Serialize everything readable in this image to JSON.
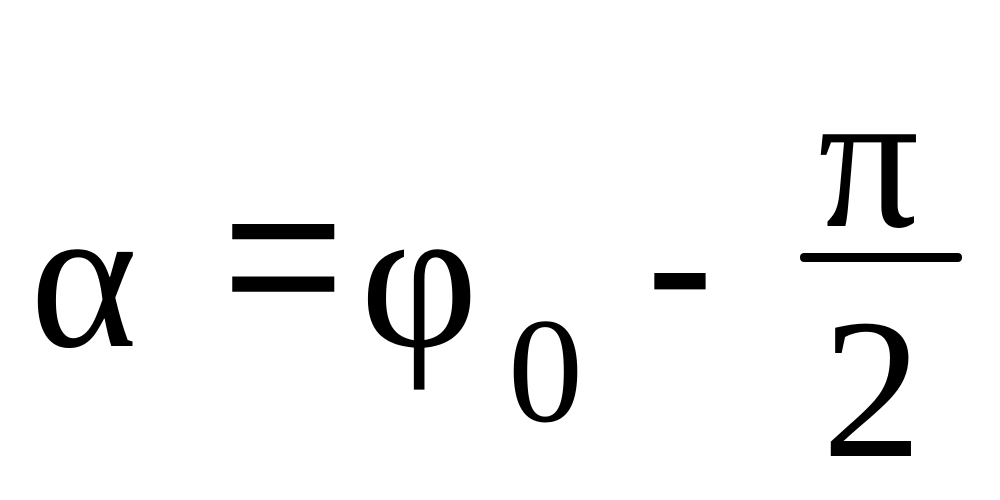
{
  "formula": {
    "lhs": "α",
    "equals": "=",
    "phi": "φ",
    "subscript": "0",
    "minus": "-",
    "numerator": "π",
    "denominator": "2"
  }
}
